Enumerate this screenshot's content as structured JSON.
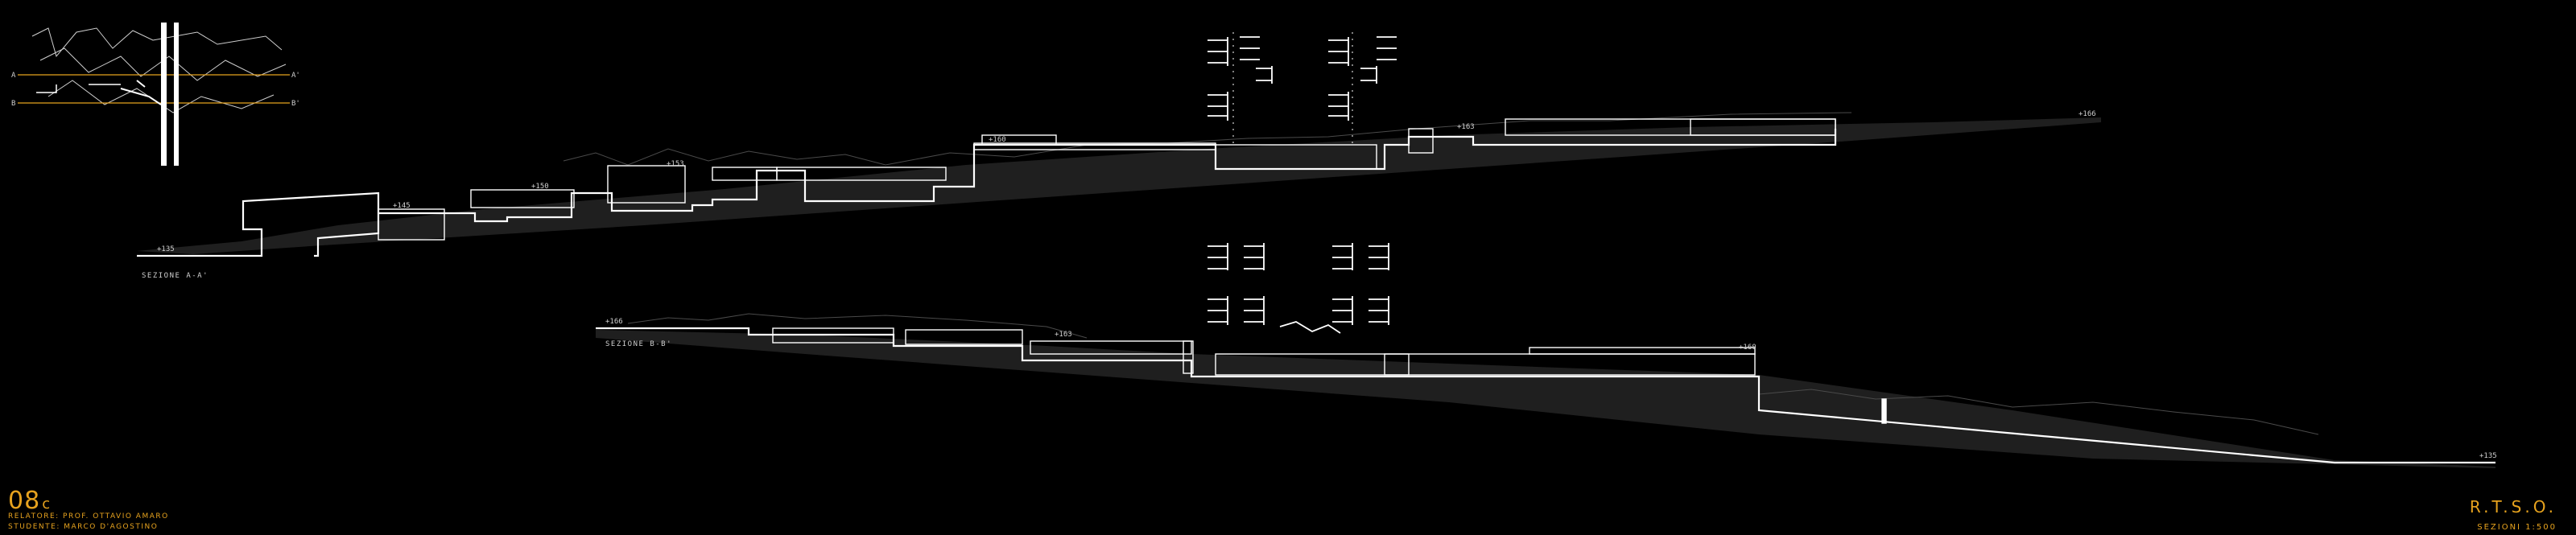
{
  "sheet": {
    "number": "08",
    "suffix": "c",
    "advisor": "RELATORE: PROF. OTTAVIO AMARO",
    "student": "STUDENTE: MARCO D'AGOSTINO",
    "project": "R.T.S.O.",
    "scale": "SEZIONI 1:500"
  },
  "key_plan": {
    "cut_labels": [
      "A",
      "A'",
      "B",
      "B'"
    ]
  },
  "sections": [
    {
      "id": "section-a",
      "label": "SEZIONE A-A'",
      "elevations": [
        "+135",
        "+145",
        "+150",
        "+153",
        "+160",
        "+163",
        "+166"
      ]
    },
    {
      "id": "section-b",
      "label": "SEZIONE B-B'",
      "elevations": [
        "+166",
        "+163",
        "+160",
        "+135"
      ]
    }
  ],
  "colors": {
    "accent": "#e6a21e",
    "line": "#ffffff",
    "terrain": "#1f1f1f",
    "background": "#000000"
  }
}
